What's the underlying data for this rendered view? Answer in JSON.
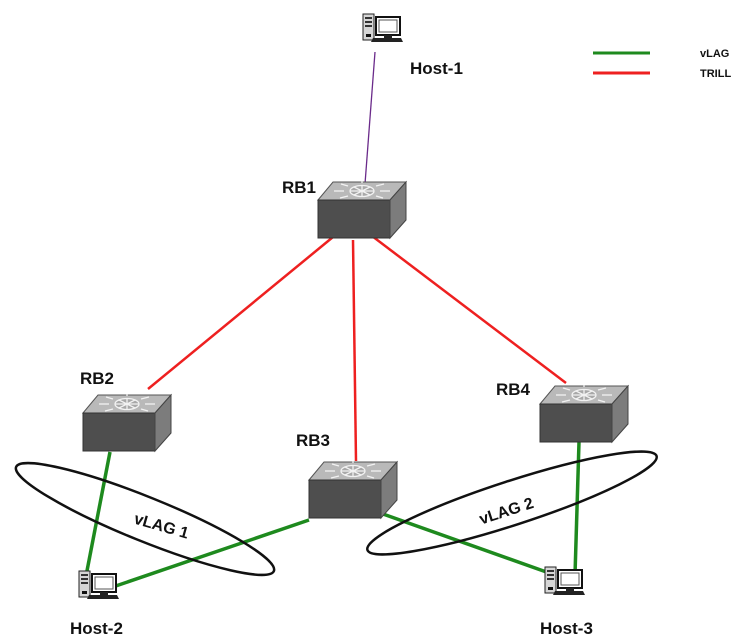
{
  "legend": {
    "vlag_label": "vLAG",
    "trill_label": "TRILL",
    "vlag_color": "#1e8a1e",
    "trill_color": "#ee2020"
  },
  "host_link_color": "#6a2a8a",
  "bridges": {
    "rb1": "RB1",
    "rb2": "RB2",
    "rb3": "RB3",
    "rb4": "RB4"
  },
  "hosts": {
    "host1": "Host-1",
    "host2": "Host-2",
    "host3": "Host-3"
  },
  "vlags": {
    "vlag1": "vLAG 1",
    "vlag2": "vLAG 2"
  },
  "icons": {
    "switch": "rbridge-switch-icon",
    "host": "host-computer-icon"
  }
}
